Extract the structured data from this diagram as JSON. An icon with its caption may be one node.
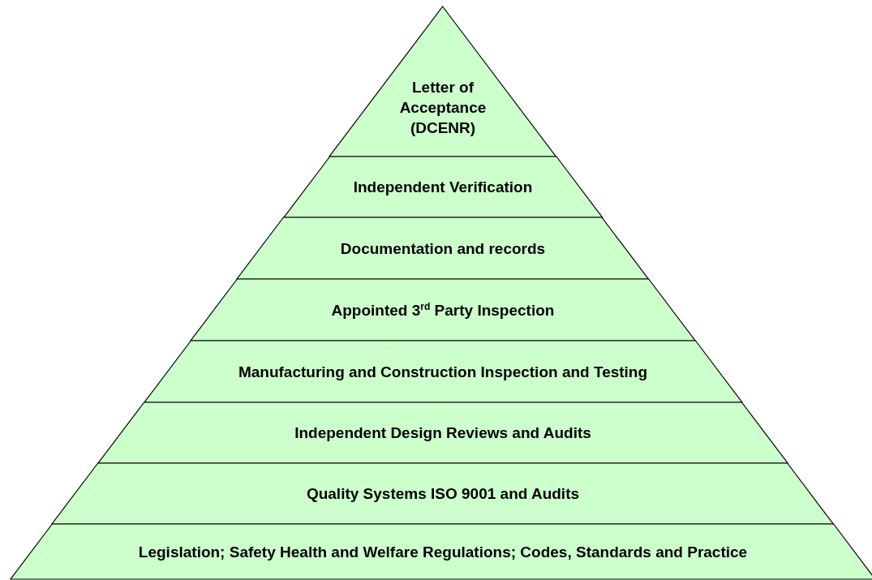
{
  "diagram": {
    "nodes": [
      {
        "text": [
          "Letter of Acceptance (DCENR)"
        ]
      },
      {
        "text": [
          "Independent Verification"
        ]
      },
      {
        "text": [
          "Documentation and records"
        ]
      },
      {
        "text": [
          "Appointed 3$^{rd}$ Party Inspection"
        ]
      },
      {
        "text": [
          "Manufacturing and Construction Inspection and Testing"
        ]
      },
      {
        "text": [
          "Independent Design Reviews and Audits"
        ]
      },
      {
        "text": [
          "Quality Systems ISO 9001 and Audits"
        ]
      },
      {
        "text": [
          "Legislation; Safety Health and Welfare Regulations; Codes, Standards and Practice"
        ]
      }
    ]
  }
}
